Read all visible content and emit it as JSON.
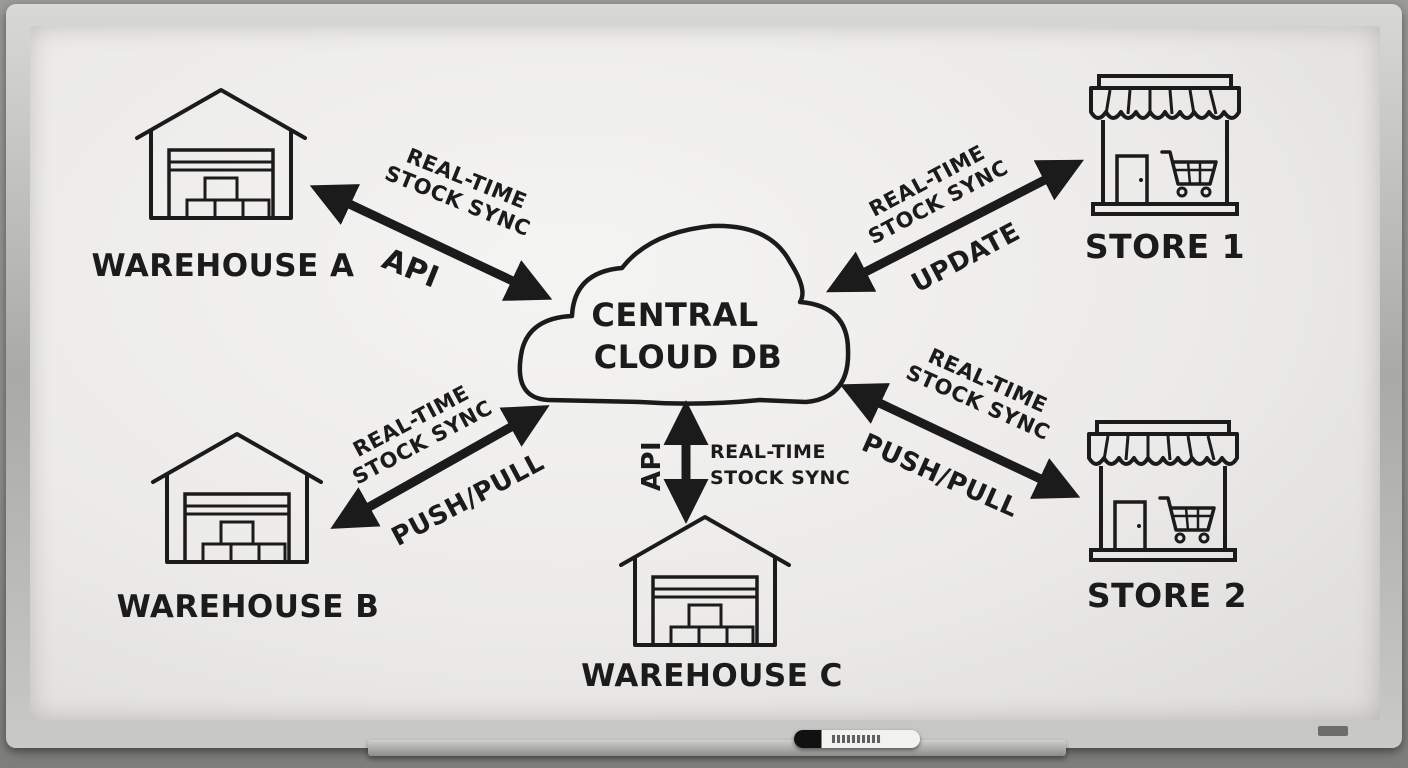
{
  "cloud": {
    "line1": "CENTRAL",
    "line2": "CLOUD DB"
  },
  "nodes": {
    "warehouse_a": "WAREHOUSE A",
    "warehouse_b": "WAREHOUSE B",
    "warehouse_c": "WAREHOUSE C",
    "store_1": "STORE 1",
    "store_2": "STORE 2"
  },
  "links": {
    "warehouse_a": {
      "sync_line1": "REAL-TIME",
      "sync_line2": "STOCK SYNC",
      "method": "API"
    },
    "warehouse_b": {
      "sync_line1": "REAL-TIME",
      "sync_line2": "STOCK SYNC",
      "method": "PUSH/PULL"
    },
    "warehouse_c": {
      "sync_line1": "REAL-TIME",
      "sync_line2": "STOCK SYNC",
      "method": "API"
    },
    "store_1": {
      "sync_line1": "REAL-TIME",
      "sync_line2": "STOCK SYNC",
      "method": "UPDATE"
    },
    "store_2": {
      "sync_line1": "REAL-TIME",
      "sync_line2": "STOCK SYNC",
      "method": "PUSH/PULL"
    }
  },
  "colors": {
    "ink": "#1b1b1b",
    "board": "#ecebe9",
    "frame": "#b5b5b3"
  },
  "icons": {
    "warehouse": "warehouse-icon",
    "store": "storefront-icon",
    "cart": "shopping-cart-icon"
  }
}
